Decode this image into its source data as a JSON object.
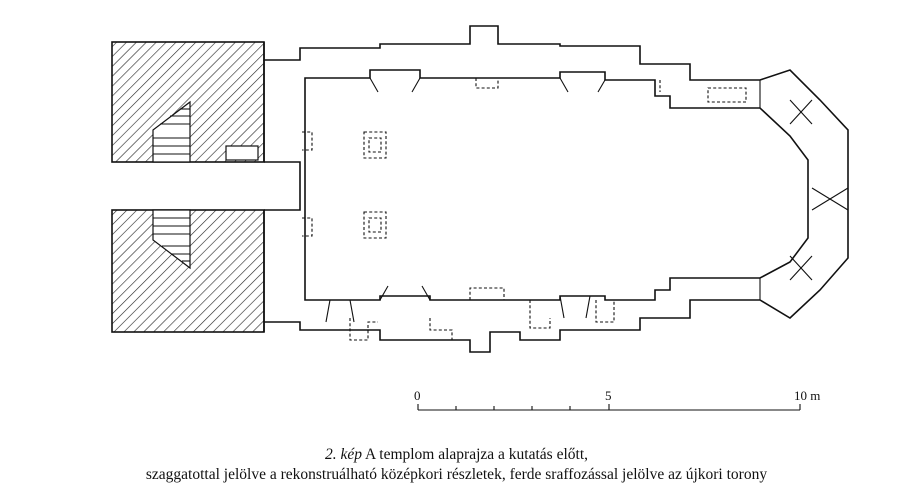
{
  "scale": {
    "ticks": [
      "0",
      "5",
      "10 m"
    ]
  },
  "caption": {
    "figure_label": "2. kép",
    "line1": "A templom alaprajza a kutatás előtt,",
    "line2": "szaggatottal jelölve a rekonstruálható középkori részletek, ferde sraffozással jelölve az újkori torony"
  }
}
